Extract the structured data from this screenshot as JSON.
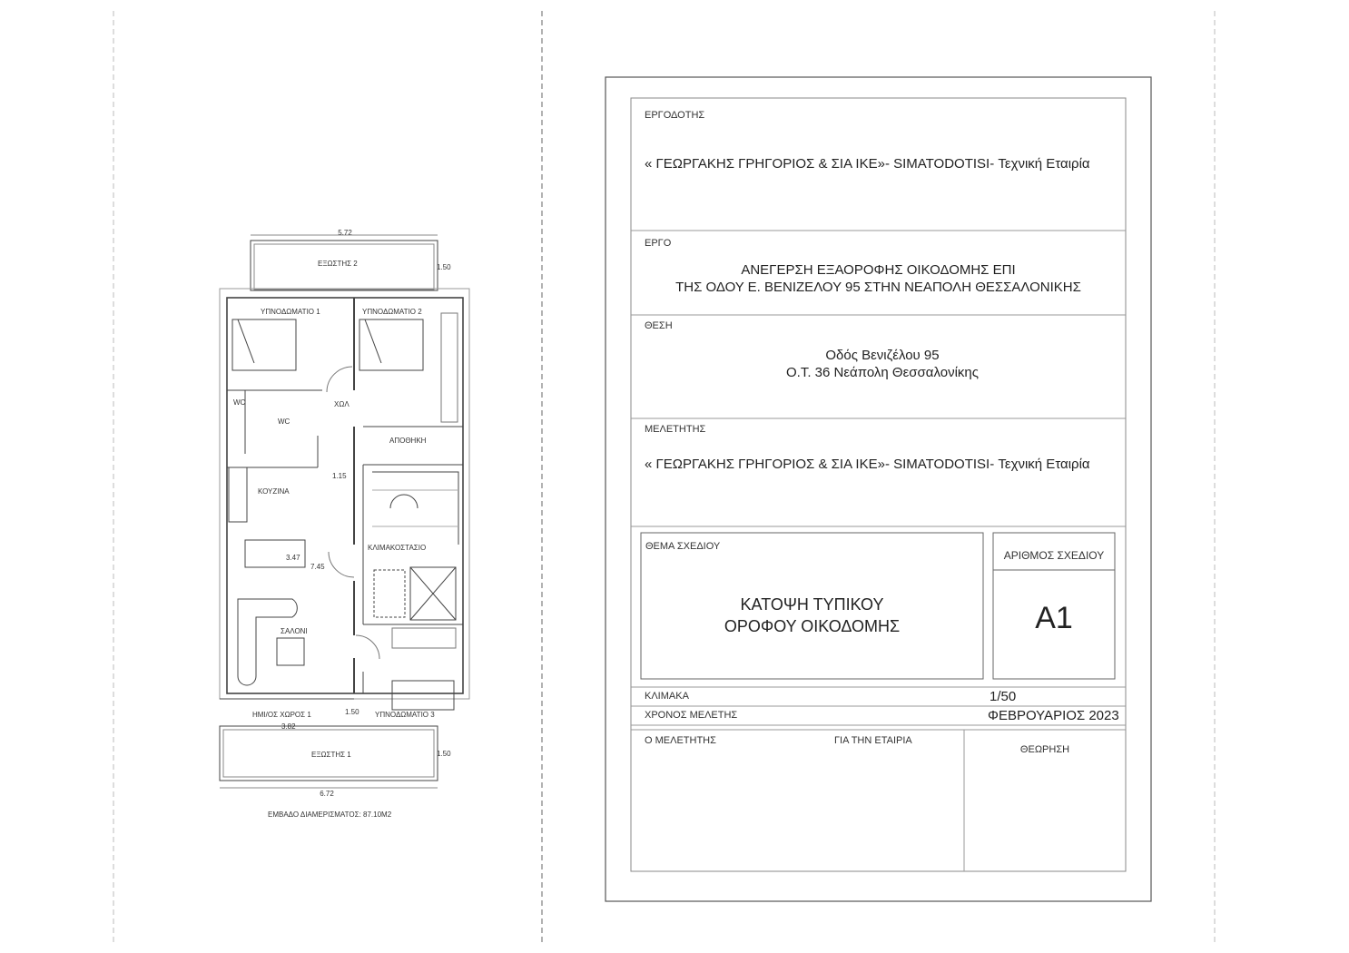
{
  "plan": {
    "rooms": {
      "balcony2": "ΕΞΩΣΤΗΣ 2",
      "bedroom1": "ΥΠΝΟΔΩΜΑΤΙΟ 1",
      "bedroom2": "ΥΠΝΟΔΩΜΑΤΙΟ 2",
      "hall": "ΧΩΛ",
      "wc1": "WC",
      "wc2": "WC",
      "storage": "ΑΠΟΘΗΚΗ",
      "kitchen": "ΚΟΥΖΙΝΑ",
      "stairwell": "ΚΛΙΜΑΚΟΣΤΑΣΙΟ",
      "living": "ΣΑΛΟΝΙ",
      "semi_outdoor": "ΗΜΙ/ΟΣ ΧΩΡΟΣ 1",
      "bedroom3": "ΥΠΝΟΔΩΜΑΤΙΟ 3",
      "balcony1": "ΕΞΩΣΤΗΣ 1"
    },
    "dimensions": {
      "top_width": "5.72",
      "bottom_width": "6.72",
      "balcony2_depth": "1.50",
      "balcony1_depth": "1.50",
      "semi_width": "3.82",
      "semi_depth": "1.50",
      "kitchen_len": "3.47",
      "living_len": "7.45",
      "corridor": "1.15"
    },
    "area_label": "ΕΜΒΑΔΟ ΔΙΑΜΕΡΙΣΜΑΤΟΣ: 87.10M2"
  },
  "title_block": {
    "client_label": "ΕΡΓΟΔΟΤΗΣ",
    "client": "« ΓΕΩΡΓΑΚΗΣ ΓΡΗΓΟΡΙΟΣ & ΣΙΑ ΙΚΕ»- SIMATODOTISI- Τεχνική Εταιρία",
    "project_label": "ΕΡΓΟ",
    "project_line1": "ΑΝΕΓΕΡΣΗ ΕΞΑΟΡΟΦΗΣ ΟΙΚΟΔΟΜΗΣ  ΕΠΙ",
    "project_line2": "ΤΗΣ ΟΔΟΥ  Ε. ΒΕΝΙΖΕΛΟΥ 95 ΣΤΗΝ ΝΕΑΠΟΛΗ ΘΕΣΣΑΛΟΝΙΚΗΣ",
    "location_label": "ΘΕΣΗ",
    "location_line1": "Οδός Βενιζέλου 95",
    "location_line2": "Ο.Τ. 36 Νεάπολη Θεσσαλονίκης",
    "designer_label": "ΜΕΛΕΤΗΤΗΣ",
    "designer": "« ΓΕΩΡΓΑΚΗΣ ΓΡΗΓΟΡΙΟΣ & ΣΙΑ ΙΚΕ»- SIMATODOTISI- Τεχνική Εταιρία",
    "subject_label": "ΘΕΜΑ ΣΧΕΔΙΟΥ",
    "subject_line1": "ΚΑΤΟΨΗ ΤΥΠΙΚΟΥ",
    "subject_line2": "ΟΡΟΦΟΥ ΟΙΚΟΔΟΜΗΣ",
    "drawing_no_label": "ΑΡΙΘΜΟΣ ΣΧΕΔΙΟΥ",
    "drawing_no": "A1",
    "scale_label": "ΚΛΙΜΑΚΑ",
    "scale": "1/50",
    "year_label": "ΧΡΟΝΟΣ ΜΕΛΕΤΗΣ",
    "year": "ΦΕΒΡΟΥΑΡΙΟΣ 2023",
    "signer_label": "Ο ΜΕΛΕΤΗΤΗΣ",
    "company_label": "ΓΙΑ ΤΗΝ ΕΤΑΙΡΙΑ",
    "approval_label": "ΘΕΩΡΗΣΗ"
  }
}
